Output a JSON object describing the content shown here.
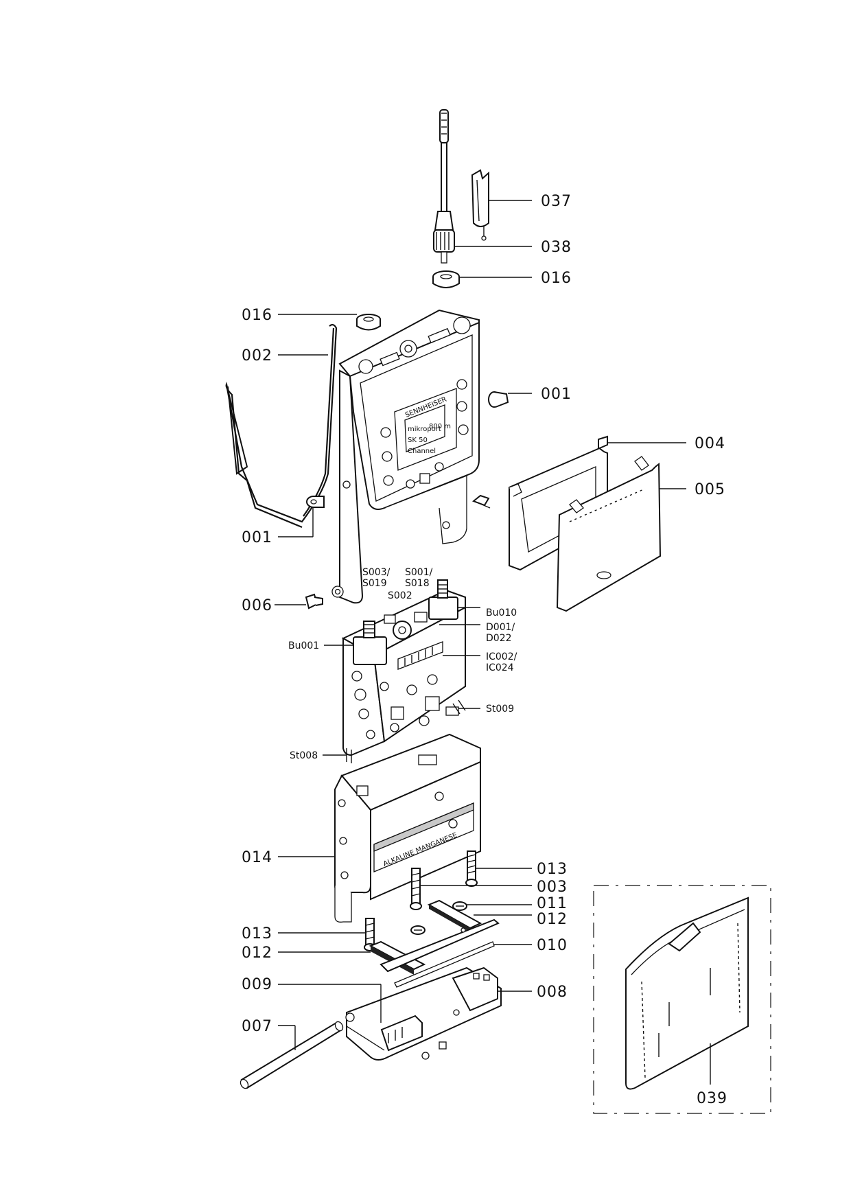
{
  "callouts": {
    "p037": "037",
    "p038": "038",
    "p016_top": "016",
    "p016_left": "016",
    "p002": "002",
    "p001_right": "001",
    "p004": "004",
    "p005": "005",
    "p001_left": "001",
    "p006": "006",
    "s003_s019_a": "S003/",
    "s003_s019_b": "S019",
    "s001_s018_a": "S001/",
    "s001_s018_b": "S018",
    "s002": "S002",
    "bu010": "Bu010",
    "d001_d022_a": "D001/",
    "d001_d022_b": "D022",
    "bu001": "Bu001",
    "ic002_ic024_a": "IC002/",
    "ic002_ic024_b": "IC024",
    "st009": "St009",
    "st008": "St008",
    "p014": "014",
    "p013_right": "013",
    "p003": "003",
    "p011": "011",
    "p012_right": "012",
    "p013_left": "013",
    "p012_left": "012",
    "p010": "010",
    "p009": "009",
    "p008": "008",
    "p007": "007",
    "p039": "039"
  },
  "device_markings": {
    "brand": "SENNHEISER",
    "series": "mikroport",
    "model": "SK 50",
    "freq": "800 m",
    "channel": "Channel",
    "battery_text": "ALKALINE MANGANESE"
  }
}
